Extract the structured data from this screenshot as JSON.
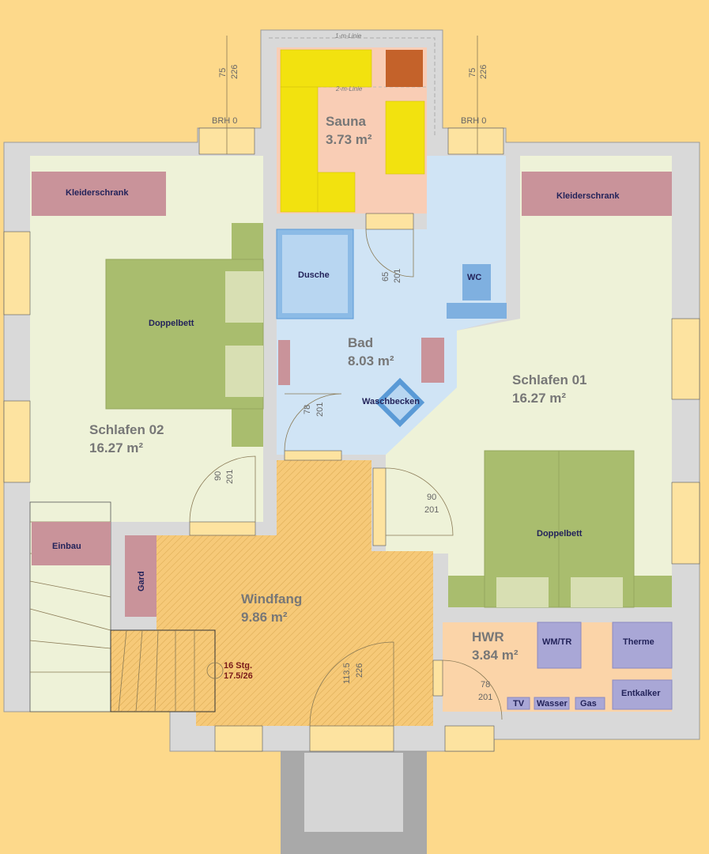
{
  "rooms": {
    "sauna": {
      "name": "Sauna",
      "area": "3.73 m²"
    },
    "bad": {
      "name": "Bad",
      "area": "8.03 m²"
    },
    "schlafen02": {
      "name": "Schlafen 02",
      "area": "16.27 m²"
    },
    "schlafen01": {
      "name": "Schlafen 01",
      "area": "16.27 m²"
    },
    "windfang": {
      "name": "Windfang",
      "area": "9.86 m²"
    },
    "hwr": {
      "name": "HWR",
      "area": "3.84 m²"
    }
  },
  "furniture": {
    "kleiderschrank_left": "Kleiderschrank",
    "kleiderschrank_right": "Kleiderschrank",
    "doppelbett_left": "Doppelbett",
    "doppelbett_right": "Doppelbett",
    "dusche": "Dusche",
    "wc": "WC",
    "waschbecken": "Waschbecken",
    "einbau": "Einbau",
    "gard": "Gard",
    "wmtr": "WM/TR",
    "therme": "Therme",
    "entkalker": "Entkalker",
    "tv": "TV",
    "wasser": "Wasser",
    "gas": "Gas"
  },
  "annotations": {
    "line1m": "1-m-Linie",
    "line2m": "2-m-Linie",
    "brh_left": "BRH 0",
    "brh_right": "BRH 0",
    "stairs_count": "16 Stg.",
    "stairs_ratio": "17.5/26"
  },
  "dimensions": {
    "win_left": [
      "75",
      "226"
    ],
    "win_right": [
      "75",
      "226"
    ],
    "door_sauna": [
      "65",
      "201"
    ],
    "door_bad": [
      "78",
      "201"
    ],
    "door_schlafen02": [
      "90",
      "201"
    ],
    "door_schlafen01": [
      "90",
      "201"
    ],
    "door_entry": [
      "113.5",
      "226"
    ],
    "door_hwr": [
      "78",
      "201"
    ]
  },
  "colors": {
    "background": "#fdd98b",
    "wall": "#d9d9d9",
    "bedroom": "#eef2d8",
    "bath": "#d0e4f5",
    "sauna": "#f9cdb5",
    "hwr": "#fbd4a8",
    "bench": "#f2e20f",
    "wardrobe": "#c9939a",
    "bed": "#a9bd6e",
    "appliance": "#a9a7d6"
  }
}
